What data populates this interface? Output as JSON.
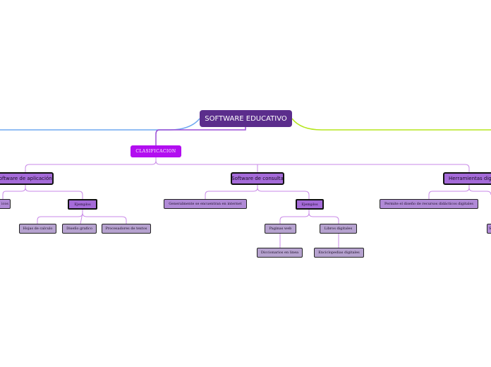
{
  "root": {
    "label": "SOFTWARE EDUCATIVO"
  },
  "clasificacion": {
    "label": "CLASIFICACION"
  },
  "software_aplicacion": {
    "label": "Software de aplicación",
    "descripcion_cortada": "icos",
    "ejemplos": "Ejemplos",
    "items": [
      "Hojas de calculo",
      "Diseño grafico",
      "Procesadores de textos"
    ]
  },
  "software_consulta": {
    "label": "Software de consulta",
    "descripcion": "Generalmente se encuentran en internet",
    "ejemplos": "Ejemplos",
    "items": [
      {
        "label": "Paginas web",
        "child": "Diccionarios en linea"
      },
      {
        "label": "Libros digitales",
        "child": "Enciclopedias digitales"
      }
    ]
  },
  "herramientas": {
    "label": "Herramientas digitales",
    "descripcion": "Permite el diseño de recursos didácticos digitales",
    "cortado": "S"
  },
  "colors": {
    "root": "#5b2d8c",
    "clasificacion": "#b20ef0",
    "main": "#a56bd9",
    "connector": "#c98ae8",
    "blue_branch": "#6fa8f0",
    "green_branch": "#b5e61d"
  }
}
